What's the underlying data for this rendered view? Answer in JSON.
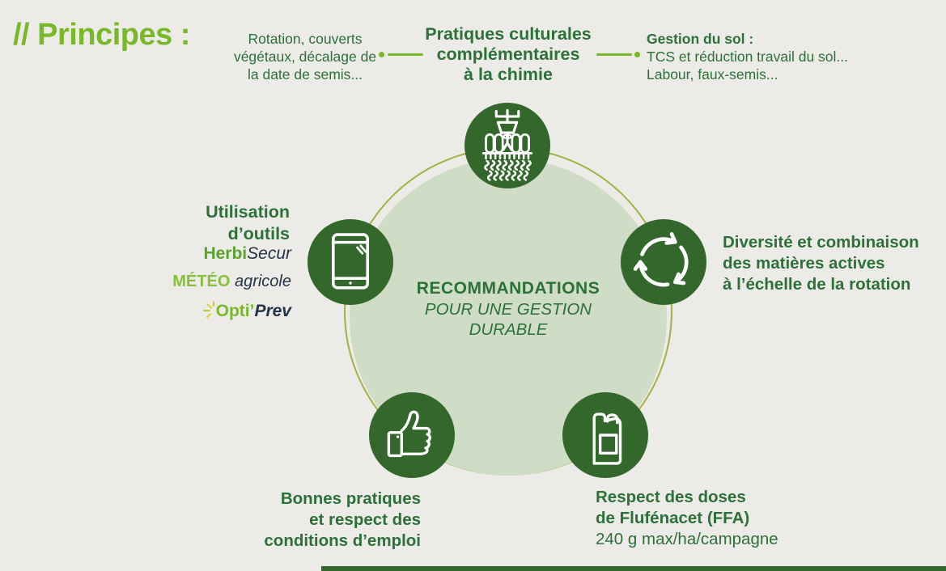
{
  "title": "// Principes :",
  "colors": {
    "background": "#edebe8",
    "lime_accent": "#79b829",
    "dark_green_text": "#2b7138",
    "node_circle_green": "#33672b",
    "pale_center_circle": "#cfddc7",
    "ring_olive": "#a3b243",
    "logo_navy": "#233446",
    "herbi_green": "#5ba32d",
    "meteo_lime": "#87bf3d"
  },
  "top": {
    "left_note": {
      "lines": [
        "Rotation, couverts",
        "végétaux, décalage de",
        "la date de semis..."
      ]
    },
    "center_heading": {
      "lines": [
        "Pratiques culturales",
        "complémentaires",
        "à la chimie"
      ]
    },
    "right_note": {
      "heading": "Gestion du sol :",
      "lines": [
        "TCS et réduction travail du sol...",
        "Labour, faux-semis..."
      ]
    }
  },
  "center_circle": {
    "heading": "RECOMMANDATIONS",
    "subline1": "POUR UNE GESTION",
    "subline2": "DURABLE"
  },
  "nodes": {
    "seeding": {
      "icon": "seed-drill-icon"
    },
    "tools": {
      "icon": "tablet-icon",
      "heading_lines": [
        "Utilisation",
        "d’outils"
      ],
      "logos": {
        "herbisecur": {
          "part1": "Herbi",
          "part2": "Secur"
        },
        "meteo_agricole": {
          "part1": "MÉTÉO",
          "part2": "agricole"
        },
        "optiprev": {
          "part1": "Opti’",
          "part2": "Prev",
          "icon": "sun-rays-icon"
        }
      }
    },
    "diversity": {
      "icon": "cycle-arrows-icon",
      "lines": [
        "Diversité et combinaison",
        "des matières actives",
        "à l’échelle de la rotation"
      ]
    },
    "good_practices": {
      "icon": "thumbs-up-icon",
      "lines": [
        "Bonnes pratiques",
        "et respect des",
        "conditions d’emploi"
      ]
    },
    "doses": {
      "icon": "canister-icon",
      "bold_lines": [
        "Respect des doses",
        "de Flufénacet (FFA)"
      ],
      "detail": "240 g max/ha/campagne"
    }
  }
}
